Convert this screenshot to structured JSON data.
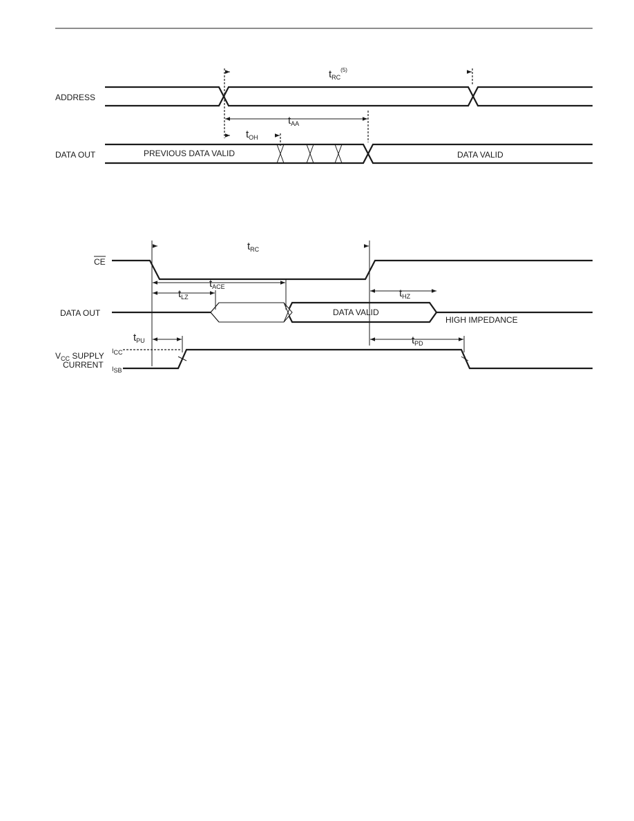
{
  "diagram1": {
    "signals": {
      "address": "ADDRESS",
      "data_out": "DATA OUT"
    },
    "bus_states": {
      "previous_data_valid": "PREVIOUS DATA VALID",
      "data_valid": "DATA VALID"
    },
    "timing": {
      "trc": {
        "main": "t",
        "sub": "RC",
        "sup": "(5)"
      },
      "taa": {
        "main": "t",
        "sub": "AA"
      },
      "toh": {
        "main": "t",
        "sub": "OH"
      }
    }
  },
  "diagram2": {
    "signals": {
      "ce": "CE",
      "data_out": "DATA OUT",
      "vcc_line1": {
        "main": "V",
        "sub": "CC",
        "rest": " SUPPLY"
      },
      "vcc_line2": "CURRENT",
      "icc": {
        "main": "I",
        "sub": "CC"
      },
      "isb": {
        "main": "I",
        "sub": "SB"
      }
    },
    "bus_states": {
      "data_valid": "DATA VALID",
      "high_impedance": "HIGH IMPEDANCE"
    },
    "timing": {
      "trc": {
        "main": "t",
        "sub": "RC"
      },
      "tace": {
        "main": "t",
        "sub": "ACE"
      },
      "tlz": {
        "main": "t",
        "sub": "LZ"
      },
      "thz": {
        "main": "t",
        "sub": "HZ"
      },
      "tpu": {
        "main": "t",
        "sub": "PU"
      },
      "tpd": {
        "main": "t",
        "sub": "PD"
      }
    }
  },
  "colors": {
    "ink": "#1a1a1a",
    "background": "#ffffff"
  }
}
